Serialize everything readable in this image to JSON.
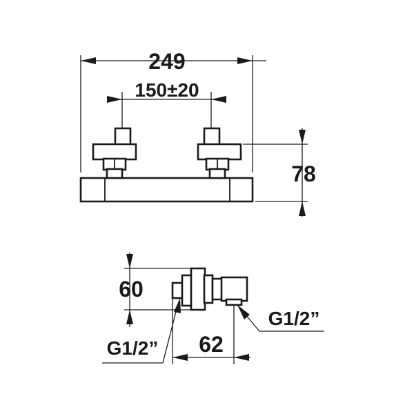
{
  "front_view": {
    "overall_width": "249",
    "inlet_spacing": "150±20",
    "height": "78"
  },
  "side_view": {
    "height": "60",
    "depth": "62",
    "inlet_thread": "G1/2”",
    "outlet_thread": "G1/2”"
  }
}
